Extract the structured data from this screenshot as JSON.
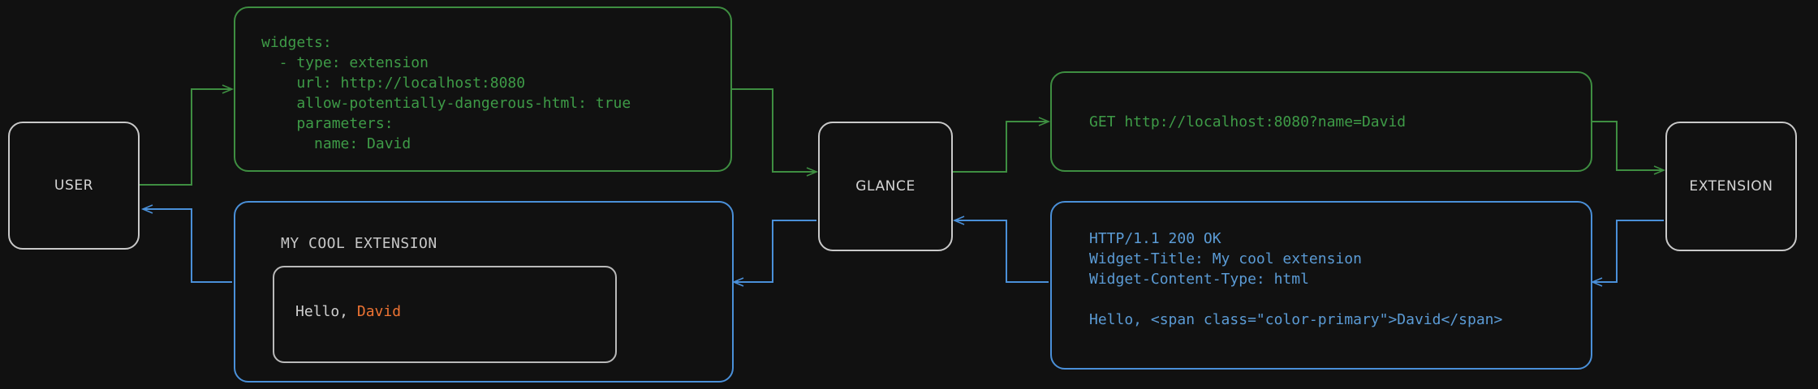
{
  "theme": {
    "background": "#111111",
    "node_border": "#c9c9c9",
    "node_text": "#d4d4d4",
    "request_green": "#3e9b47",
    "response_blue": "#5b9bd5",
    "accent_orange": "#ed7333",
    "widget_text": "#d0d0d0"
  },
  "nodes": {
    "user": {
      "label": "USER"
    },
    "glance": {
      "label": "GLANCE"
    },
    "extension": {
      "label": "EXTENSION"
    }
  },
  "config_box": {
    "kind": "yaml-config",
    "color": "#3e9b47",
    "lines": [
      "widgets:",
      "  - type: extension",
      "    url: http://localhost:8080",
      "    allow-potentially-dangerous-html: true",
      "    parameters:",
      "      name: David"
    ],
    "text": "widgets:\n  - type: extension\n    url: http://localhost:8080\n    allow-potentially-dangerous-html: true\n    parameters:\n      name: David"
  },
  "request_box": {
    "kind": "http-request",
    "color": "#3e9b47",
    "lines": [
      "GET http://localhost:8080?name=David"
    ],
    "text": "GET http://localhost:8080?name=David"
  },
  "response_box": {
    "kind": "http-response",
    "color": "#5b9bd5",
    "lines": [
      "HTTP/1.1 200 OK",
      "Widget-Title: My cool extension",
      "Widget-Content-Type: html",
      "",
      "Hello, <span class=\"color-primary\">David</span>"
    ],
    "text": "HTTP/1.1 200 OK\nWidget-Title: My cool extension\nWidget-Content-Type: html\n\nHello, <span class=\"color-primary\">David</span>"
  },
  "widget_card": {
    "kind": "rendered-widget",
    "border_color": "#4a90d9",
    "title": "MY COOL EXTENSION",
    "body_prefix": "Hello, ",
    "body_accent": "David"
  }
}
